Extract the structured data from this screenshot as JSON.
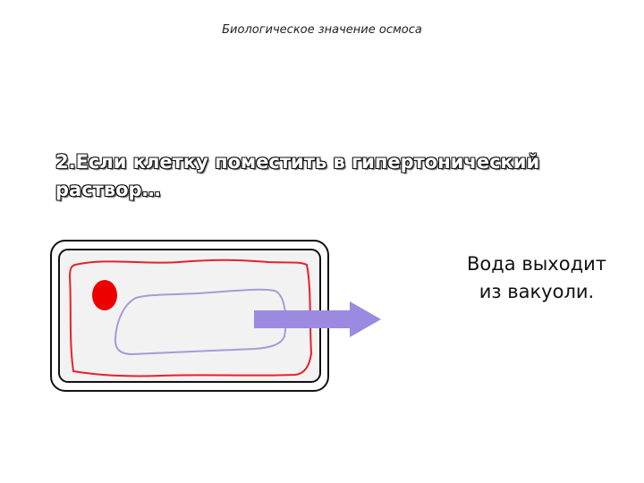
{
  "slide": {
    "header": "Биологическое значение осмоса",
    "heading": {
      "line1": "2.Если клетку поместить в гипертонический",
      "line2": "раствор…"
    },
    "caption": {
      "line1": "Вода выходит",
      "line2": "из вакуоли."
    }
  },
  "colors": {
    "cell_wall": "#111111",
    "cell_interior": "#f2f2f2",
    "membrane": "#e8202a",
    "nucleus": "#ee0000",
    "vacuole": "#a89ad8",
    "arrow": "#9b8ae0"
  },
  "icons": [
    "cell-wall",
    "cell-membrane",
    "nucleus",
    "vacuole",
    "water-flow-arrow"
  ]
}
